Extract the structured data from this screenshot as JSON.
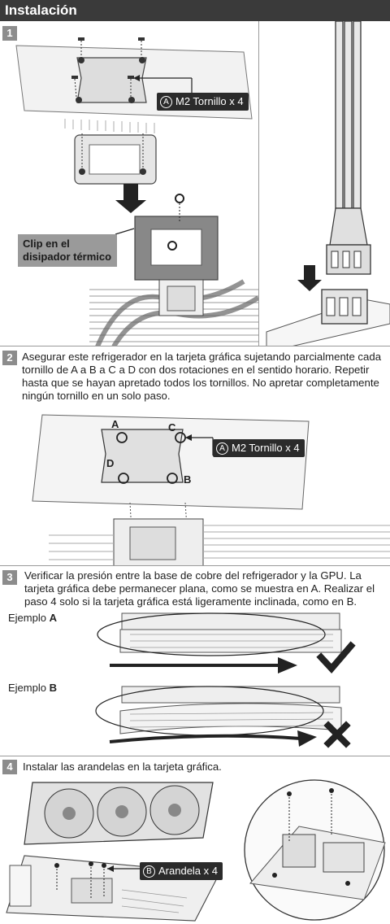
{
  "header": {
    "title": "Instalación"
  },
  "steps": [
    {
      "number": "1",
      "callout": {
        "letter": "A",
        "text": "M2 Tornillo x 4"
      },
      "clip_label": "Clip en el disipador térmico"
    },
    {
      "number": "2",
      "text": "Asegurar este refrigerador en la tarjeta gráfica sujetando parcialmente cada tornillo de A a B a C a D con dos rotaciones en el sentido horario. Repetir hasta que se hayan apretado todos los tornillos. No apretar completamente ningún tornillo en un solo paso.",
      "callout": {
        "letter": "A",
        "text": "M2 Tornillo x 4"
      },
      "screw_labels": [
        "A",
        "B",
        "C",
        "D"
      ]
    },
    {
      "number": "3",
      "text": "Verificar la presión entre la base de cobre del refrigerador y la GPU. La tarjeta gráfica debe permanecer plana, como se muestra en A. Realizar el paso 4 solo si la tarjeta gráfica está ligeramente inclinada, como en B.",
      "example_a": {
        "prefix": "Ejemplo",
        "letter": "A"
      },
      "example_b": {
        "prefix": "Ejemplo",
        "letter": "B"
      }
    },
    {
      "number": "4",
      "text": "Instalar las arandelas en la tarjeta gráfica.",
      "callout": {
        "letter": "B",
        "text": "Arandela x 4"
      }
    }
  ],
  "icons": {
    "check": "checkmark-icon",
    "cross": "cross-icon",
    "arrow_down": "arrow-down-icon"
  },
  "colors": {
    "header_bg": "#3a3a3a",
    "step_badge": "#8c8c8c",
    "callout_bg": "#2b2b2b",
    "clip_bg": "#9a9a9a"
  }
}
